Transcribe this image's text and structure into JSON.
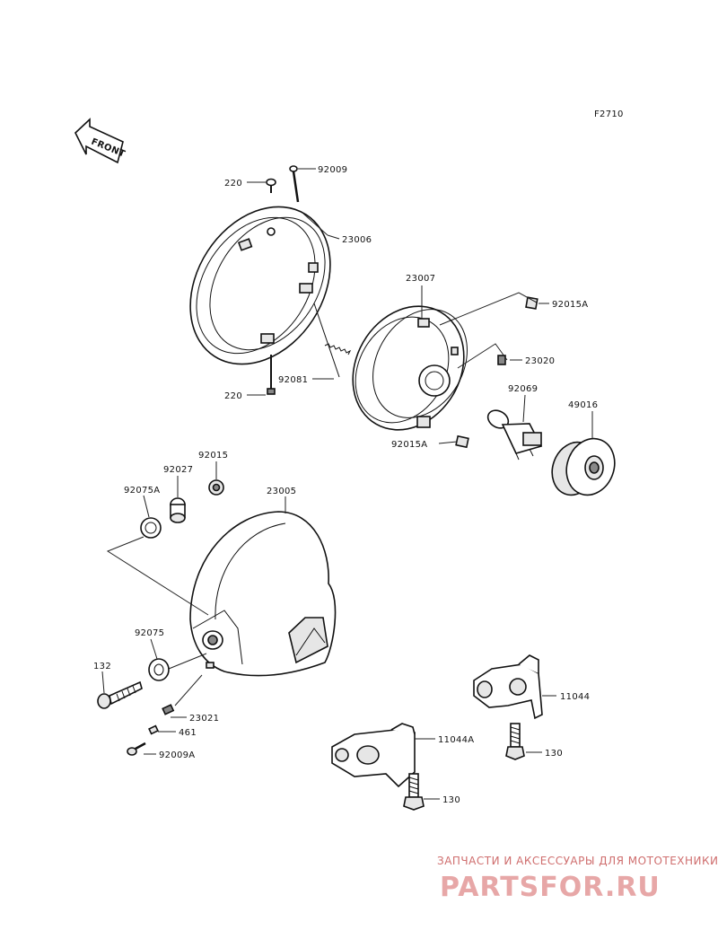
{
  "diagram": {
    "figure_code": "F2710",
    "front_label": "FRONT",
    "parts": [
      {
        "id": "p220a",
        "label": "220"
      },
      {
        "id": "p92009",
        "label": "92009"
      },
      {
        "id": "p23006",
        "label": "23006"
      },
      {
        "id": "p92081",
        "label": "92081"
      },
      {
        "id": "p220b",
        "label": "220"
      },
      {
        "id": "p23007",
        "label": "23007"
      },
      {
        "id": "p92015A1",
        "label": "92015A"
      },
      {
        "id": "p23020",
        "label": "23020"
      },
      {
        "id": "p92069",
        "label": "92069"
      },
      {
        "id": "p49016",
        "label": "49016"
      },
      {
        "id": "p92015A2",
        "label": "92015A"
      },
      {
        "id": "p92015",
        "label": "92015"
      },
      {
        "id": "p92027",
        "label": "92027"
      },
      {
        "id": "p92075A",
        "label": "92075A"
      },
      {
        "id": "p23005",
        "label": "23005"
      },
      {
        "id": "p92075",
        "label": "92075"
      },
      {
        "id": "p132",
        "label": "132"
      },
      {
        "id": "p23021",
        "label": "23021"
      },
      {
        "id": "p461",
        "label": "461"
      },
      {
        "id": "p92009A",
        "label": "92009A"
      },
      {
        "id": "p11044",
        "label": "11044"
      },
      {
        "id": "p11044A",
        "label": "11044A"
      },
      {
        "id": "p130a",
        "label": "130"
      },
      {
        "id": "p130b",
        "label": "130"
      }
    ]
  },
  "watermark": {
    "subtitle": "ЗАПЧАСТИ И АКСЕССУАРЫ ДЛЯ МОТОТЕХНИКИ",
    "logo": "PARTSFOR.RU"
  }
}
